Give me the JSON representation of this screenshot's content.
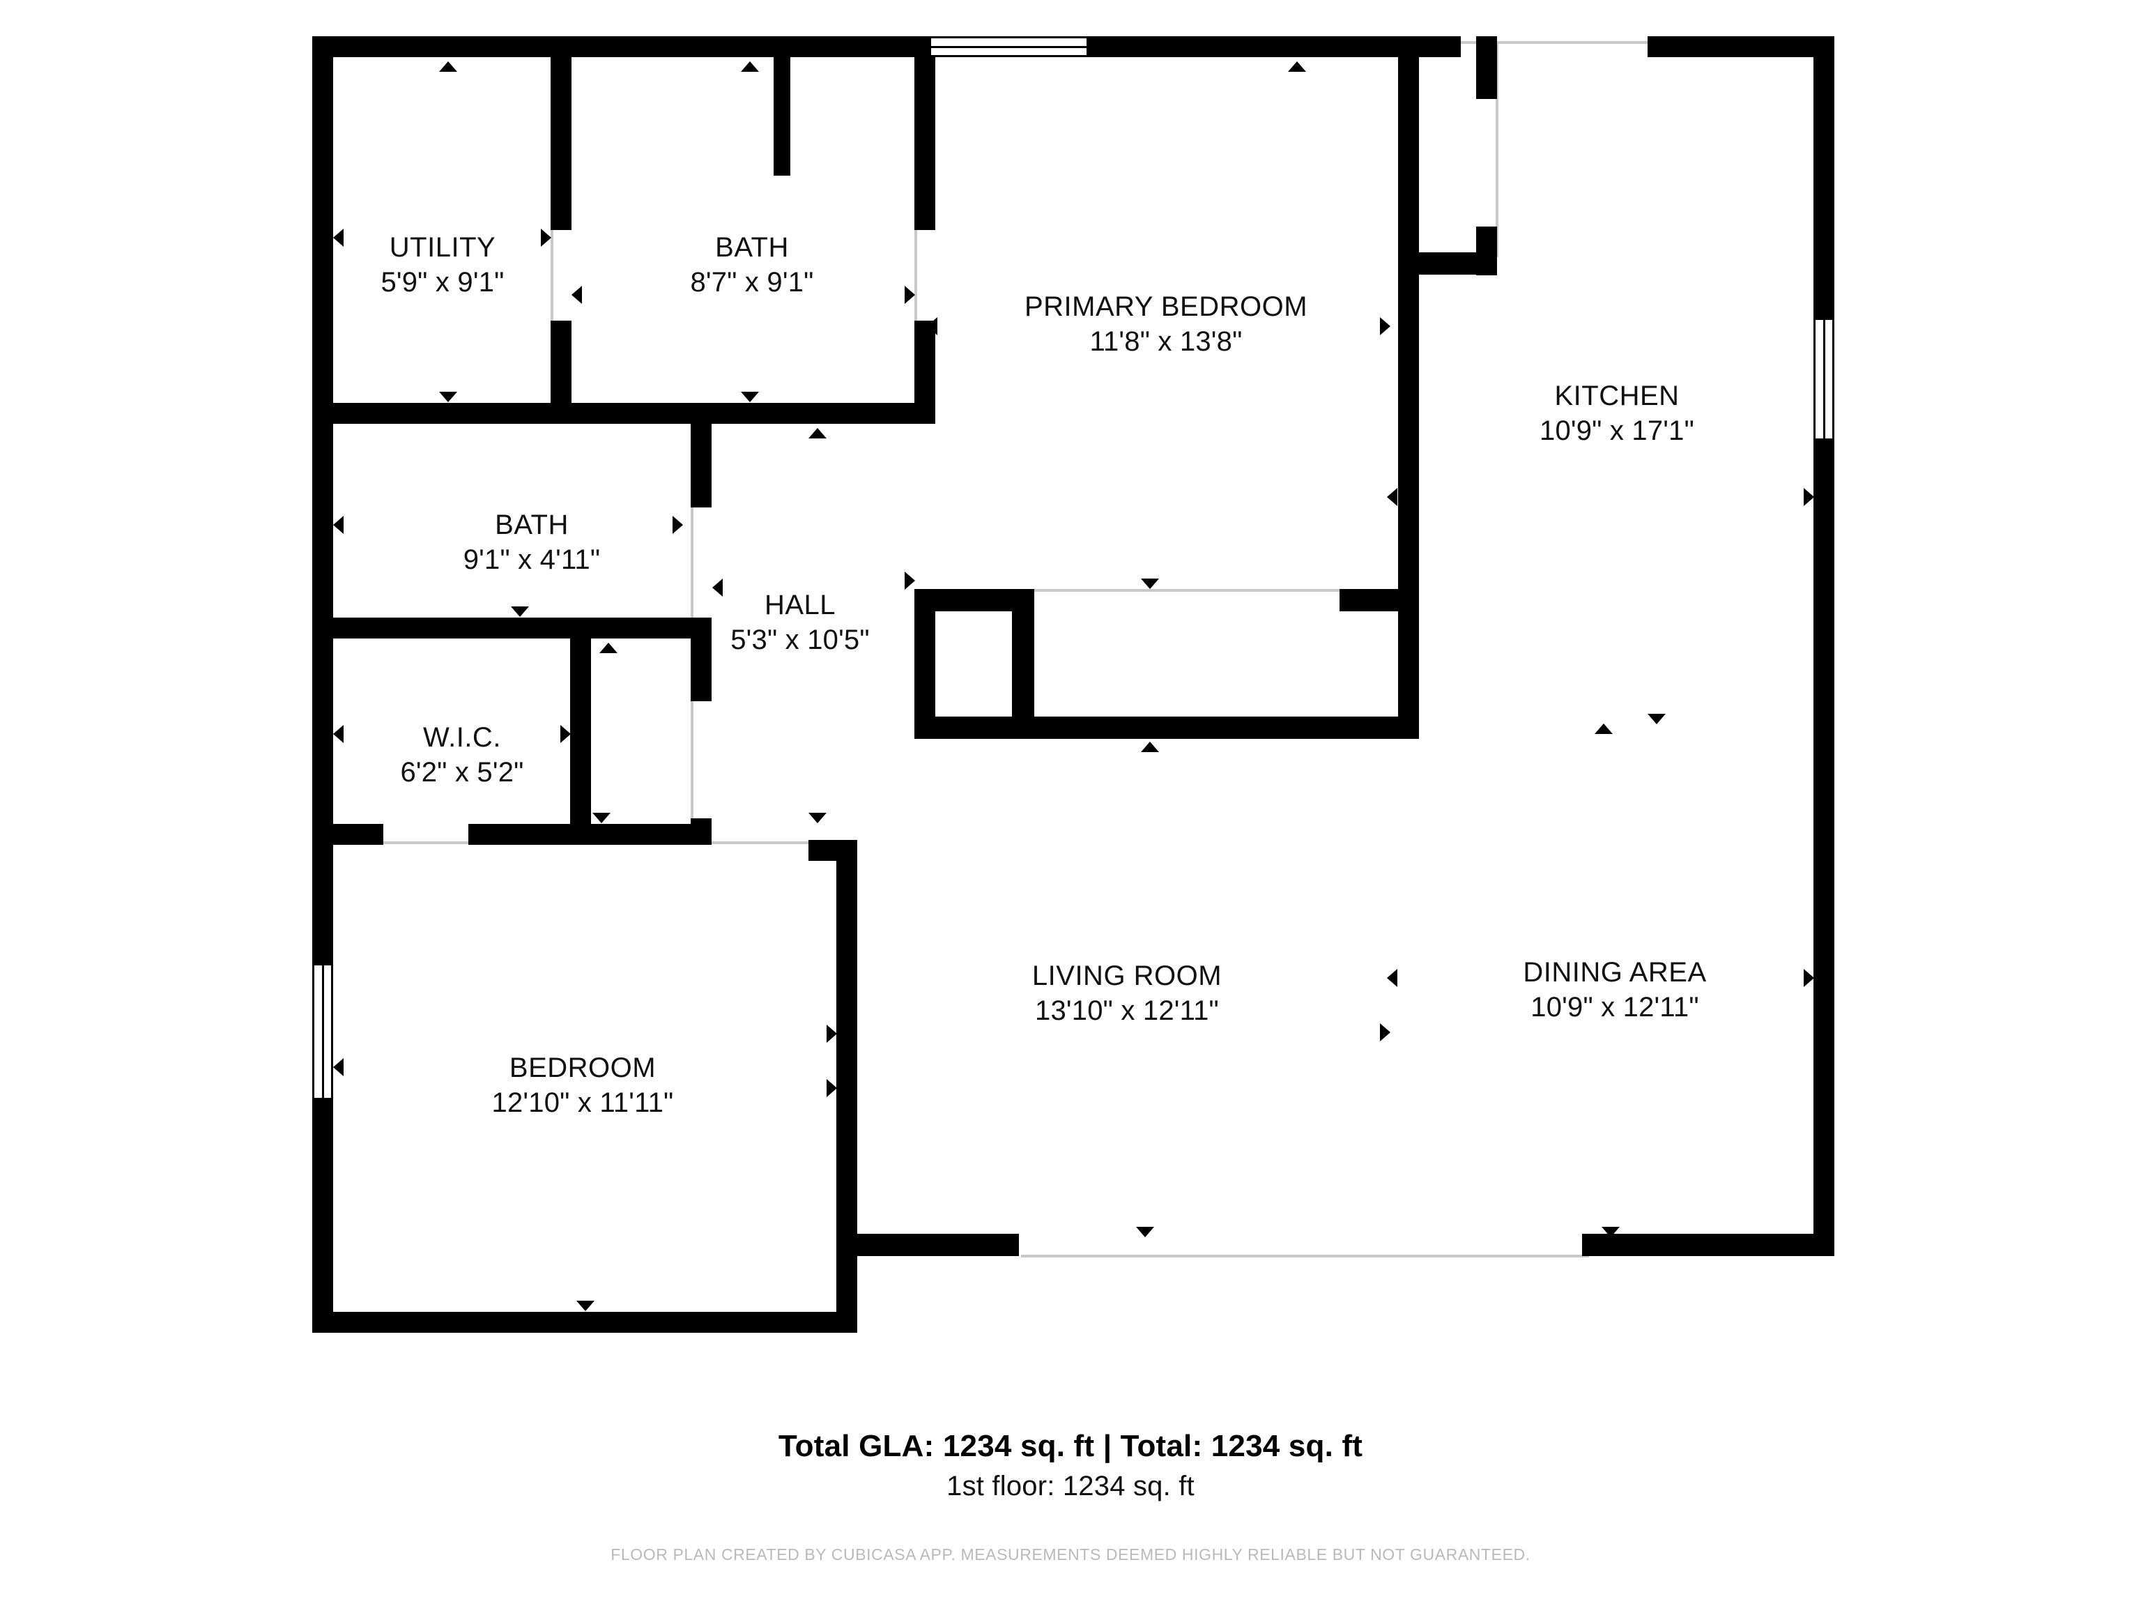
{
  "document": {
    "type": "floor-plan",
    "floor": "1st floor"
  },
  "rooms": [
    {
      "id": "utility",
      "name": "UTILITY",
      "dimensions": "5'9\" x 9'1\""
    },
    {
      "id": "bath_upper",
      "name": "BATH",
      "dimensions": "8'7\" x 9'1\""
    },
    {
      "id": "primary_bedroom",
      "name": "PRIMARY BEDROOM",
      "dimensions": "11'8\" x 13'8\""
    },
    {
      "id": "kitchen",
      "name": "KITCHEN",
      "dimensions": "10'9\" x 17'1\""
    },
    {
      "id": "bath_lower",
      "name": "BATH",
      "dimensions": "9'1\" x 4'11\""
    },
    {
      "id": "hall",
      "name": "HALL",
      "dimensions": "5'3\" x 10'5\""
    },
    {
      "id": "wic",
      "name": "W.I.C.",
      "dimensions": "6'2\" x 5'2\""
    },
    {
      "id": "bedroom",
      "name": "BEDROOM",
      "dimensions": "12'10\" x 11'11\""
    },
    {
      "id": "living_room",
      "name": "LIVING ROOM",
      "dimensions": "13'10\" x 12'11\""
    },
    {
      "id": "dining_area",
      "name": "DINING AREA",
      "dimensions": "10'9\" x 12'11\""
    }
  ],
  "summary": {
    "total_line": "Total GLA: 1234 sq. ft | Total: 1234 sq. ft",
    "floor_line": "1st floor: 1234 sq. ft",
    "total_gla_sqft": "1234",
    "total_sqft": "1234",
    "first_floor_sqft": "1234"
  },
  "disclaimer": "FLOOR PLAN CREATED BY CUBICASA APP. MEASUREMENTS DEEMED HIGHLY RELIABLE BUT NOT GUARANTEED.",
  "colors": {
    "wall": "#000000",
    "background": "#ffffff",
    "opening_line": "#c9c9c9",
    "disclaimer_text": "#b9b9b9"
  }
}
